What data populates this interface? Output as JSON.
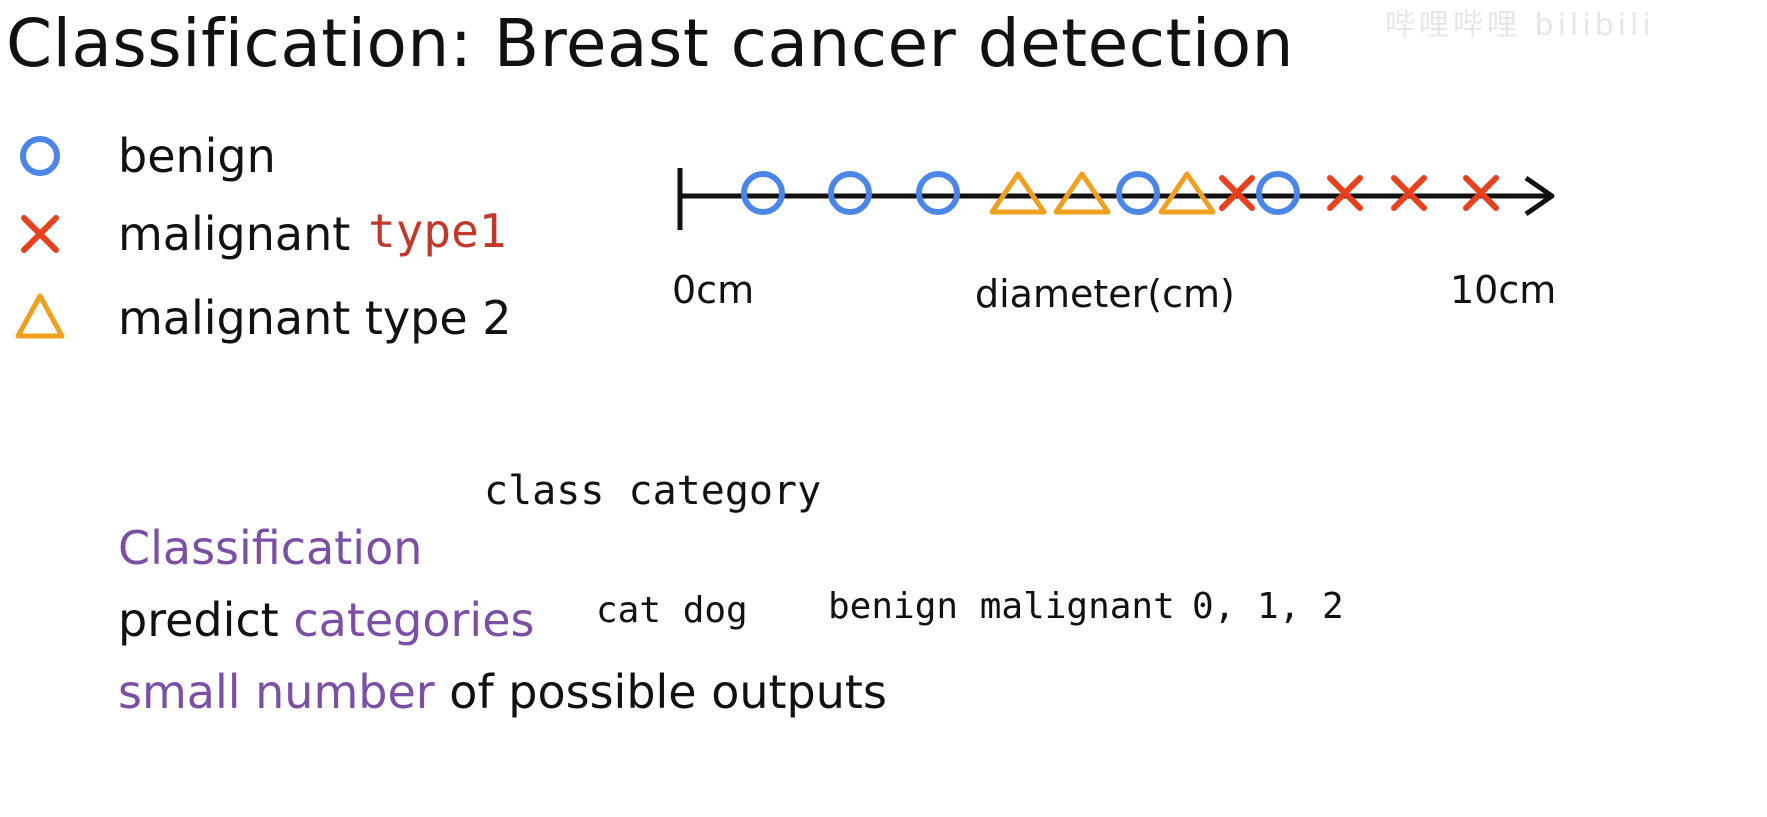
{
  "title": "Classification: Breast cancer detection",
  "watermark": "哔哩哔哩 bilibili",
  "legend": {
    "benign": "benign",
    "malignant_type1": "malignant",
    "malignant_type1_annotation": "type1",
    "malignant_type2": "malignant type 2"
  },
  "colors": {
    "benign": "#4a86e8",
    "malignant_type1": "#e8401c",
    "malignant_type2": "#f0a020",
    "accent": "#7b4fa6"
  },
  "icons": {
    "benign": "circle-icon",
    "malignant_type1": "cross-icon",
    "malignant_type2": "triangle-icon"
  },
  "axis": {
    "label": "diameter(cm)",
    "min_label": "0cm",
    "max_label": "10cm",
    "range": [
      0,
      10
    ]
  },
  "handwritten": {
    "class_category": "class  category",
    "examples": [
      "cat dog",
      "benign malignant",
      "0, 1, 2"
    ]
  },
  "text_lines": {
    "classification": "Classification",
    "predict_prefix": "predict ",
    "predict_highlight": "categories",
    "small_number_highlight": "small number",
    "small_number_suffix": " of possible outputs"
  }
}
